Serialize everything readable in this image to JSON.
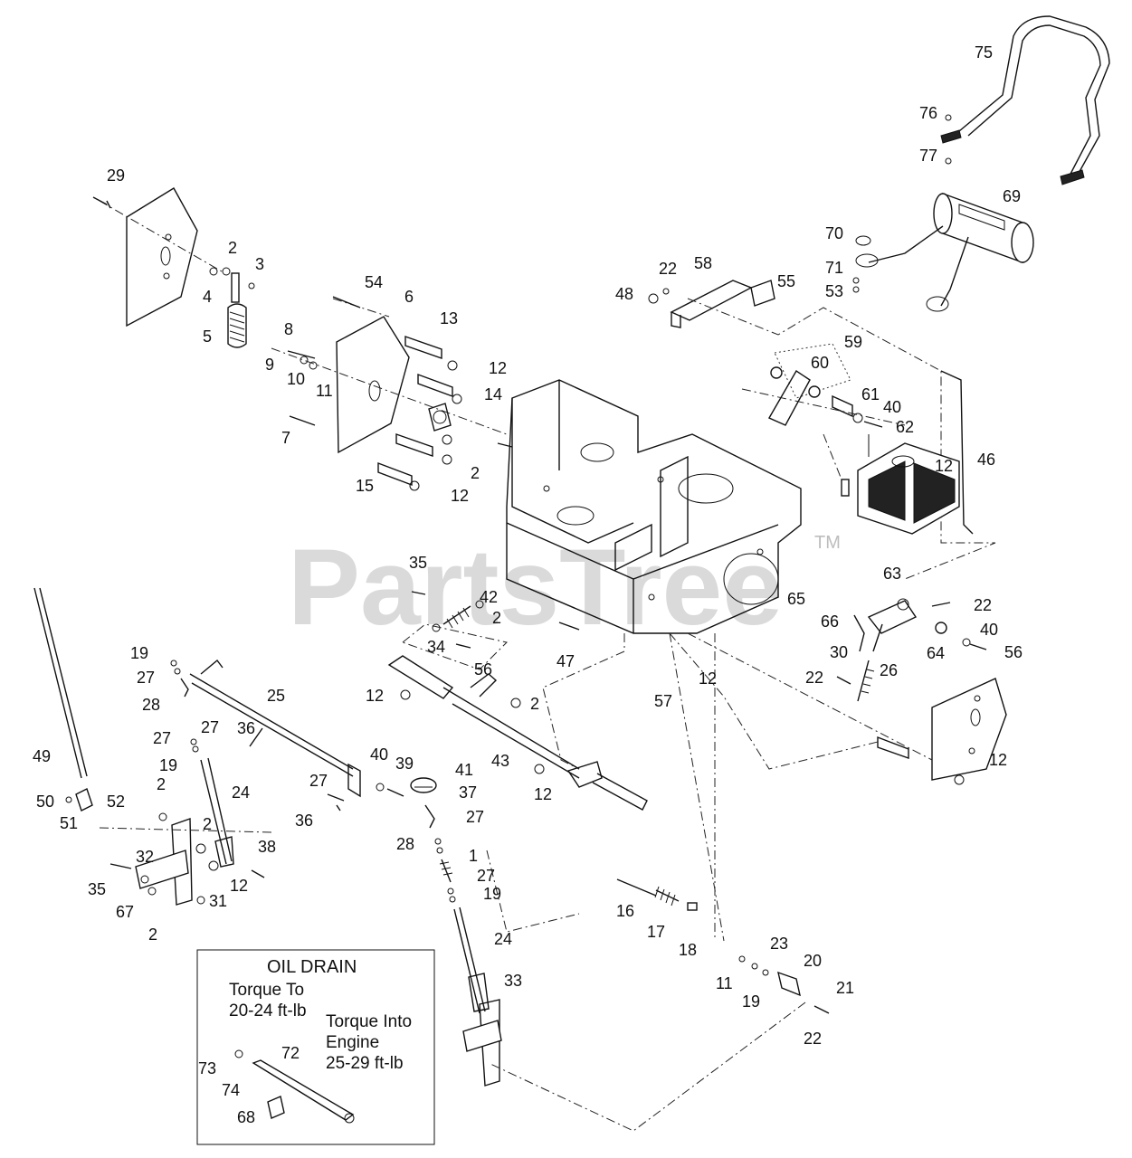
{
  "watermark": {
    "text": "PartsTree",
    "tm": "TM"
  },
  "oil_drain": {
    "title": "OIL DRAIN",
    "torque_to": [
      "Torque To",
      "20-24 ft-lb"
    ],
    "torque_into": [
      "Torque Into",
      "Engine",
      "25-29 ft-lb"
    ]
  },
  "callouts": [
    "29",
    "2",
    "3",
    "4",
    "5",
    "54",
    "6",
    "13",
    "8",
    "9",
    "10",
    "11",
    "12",
    "7",
    "14",
    "15",
    "2",
    "12",
    "48",
    "22",
    "58",
    "55",
    "75",
    "76",
    "77",
    "69",
    "70",
    "71",
    "53",
    "59",
    "60",
    "61",
    "40",
    "62",
    "46",
    "35",
    "42",
    "2",
    "34",
    "56",
    "47",
    "65",
    "63",
    "22",
    "66",
    "40",
    "64",
    "56",
    "30",
    "22",
    "26",
    "12",
    "57",
    "19",
    "27",
    "28",
    "25",
    "27",
    "27",
    "36",
    "19",
    "24",
    "49",
    "50",
    "51",
    "52",
    "2",
    "2",
    "32",
    "35",
    "67",
    "2",
    "31",
    "12",
    "38",
    "12",
    "2",
    "43",
    "12",
    "40",
    "39",
    "41",
    "37",
    "27",
    "36",
    "28",
    "27",
    "1",
    "27",
    "19",
    "24",
    "33",
    "16",
    "17",
    "18",
    "11",
    "23",
    "19",
    "20",
    "21",
    "22",
    "73",
    "74",
    "72",
    "68",
    "12",
    "12"
  ]
}
